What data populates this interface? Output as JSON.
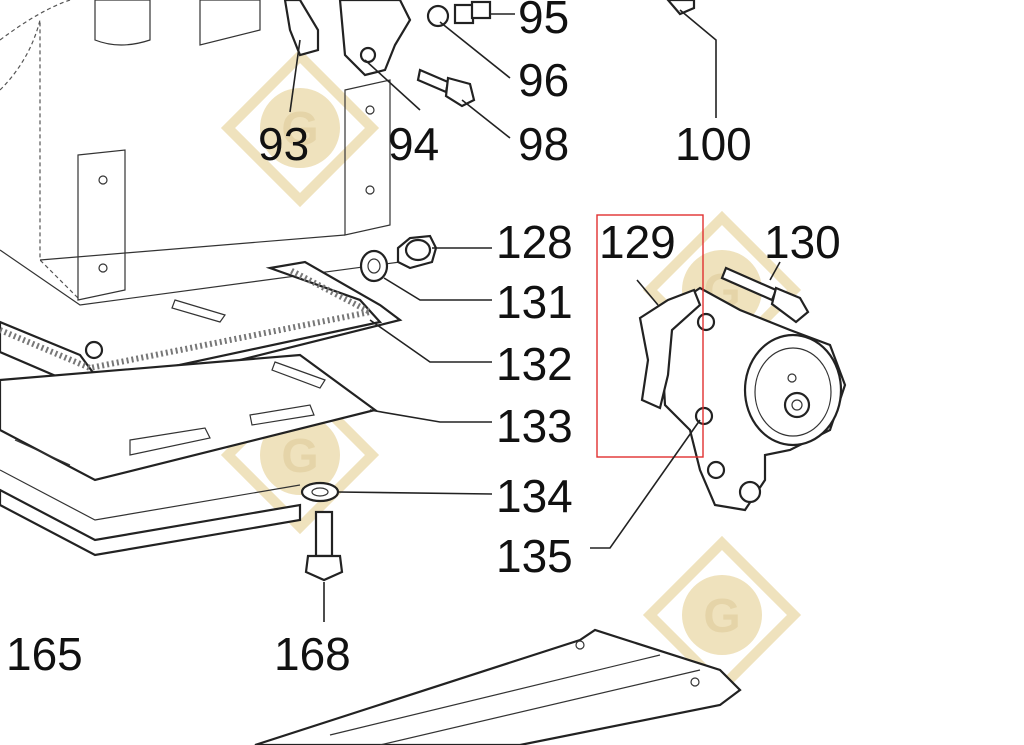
{
  "labels": [
    "93",
    "94",
    "95",
    "96",
    "98",
    "100",
    "128",
    "129",
    "130",
    "131",
    "132",
    "133",
    "134",
    "135",
    "165",
    "168"
  ],
  "highlight": {
    "part": "129",
    "color": "#e03030"
  },
  "watermark": {
    "letter": "G",
    "color": "#e5d4a8",
    "icon": "g-diamond-watermark-icon"
  }
}
